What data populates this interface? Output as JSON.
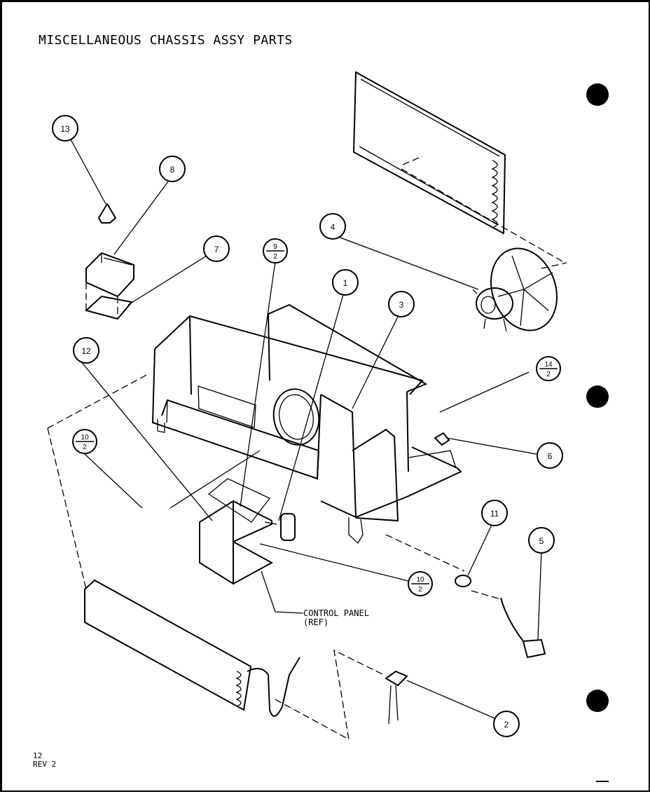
{
  "title": "MISCELLANEOUS CHASSIS ASSY PARTS",
  "footer": {
    "page": "12",
    "rev": "REV 2"
  },
  "callouts": {
    "c1": "1",
    "c2": "2",
    "c3": "3",
    "c4": "4",
    "c5": "5",
    "c6": "6",
    "c7": "7",
    "c8": "8",
    "c11": "11",
    "c12": "12",
    "c13": "13",
    "f9_top": "9",
    "f9_bot": "2",
    "f10a_top": "10",
    "f10a_bot": "2",
    "f10b_top": "10",
    "f10b_bot": "2",
    "f14_top": "14",
    "f14_bot": "2"
  },
  "control_panel": {
    "line1": "CONTROL PANEL",
    "line2": "(REF)"
  }
}
